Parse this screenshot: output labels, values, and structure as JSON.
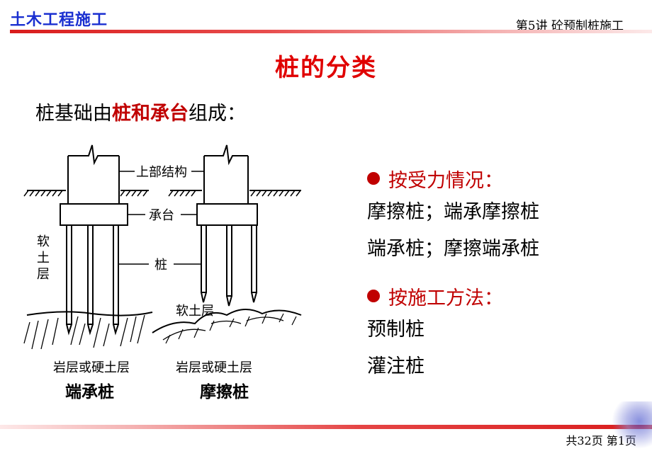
{
  "header": {
    "course_title": "土木工程施工",
    "lecture_title": "第5讲  砼预制桩施工"
  },
  "slide": {
    "title": "桩的分类",
    "intro": {
      "prefix": "桩基础由",
      "term1": "桩",
      "conj": "和",
      "term2": "承台",
      "suffix": "组成："
    }
  },
  "diagram": {
    "label_superstructure": "上部结构",
    "label_cap": "承台",
    "label_pile": "桩",
    "label_soft_soil_vertical": [
      "软",
      "土",
      "层"
    ],
    "label_soft_soil": "软土层",
    "label_rock_left": "岩层或硬土层",
    "label_rock_right": "岩层或硬土层",
    "caption_left": "端承桩",
    "caption_right": "摩擦桩"
  },
  "classification": [
    {
      "heading": "按受力情况：",
      "items": [
        "摩擦桩；端承摩擦桩",
        "端承桩；摩擦端承桩"
      ]
    },
    {
      "heading": "按施工方法：",
      "items": [
        "预制桩",
        "灌注桩"
      ]
    }
  ],
  "footer": {
    "page_info": "共32页  第1页"
  },
  "colors": {
    "accent_red": "#c00000",
    "title_red": "#e00000",
    "course_blue": "#1a2fd0"
  }
}
